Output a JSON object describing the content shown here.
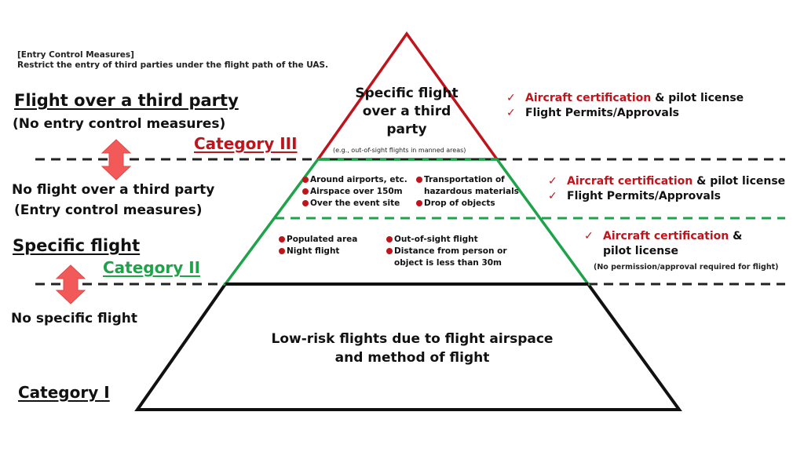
{
  "entry_note": {
    "heading": "[Entry Control Measures]",
    "text": "Restrict the entry of third parties under the flight path of the UAS."
  },
  "left_labels": {
    "flight_over_third_party": "Flight over a third party",
    "no_entry_control": "(No entry control measures)",
    "no_flight_over_third_party": "No flight over a third party",
    "entry_control": "(Entry control measures)",
    "specific_flight": "Specific flight",
    "no_specific_flight": "No specific flight"
  },
  "categories": {
    "cat3": {
      "label": "Category III",
      "color": "#c0141c"
    },
    "cat2": {
      "label": "Category II",
      "color": "#1fa34a"
    },
    "cat1": {
      "label": "Category I",
      "color": "#111111"
    }
  },
  "pyramid": {
    "apex": {
      "title": "Specific flight over a third party",
      "example": "(e.g., out-of-sight flights in manned areas)"
    },
    "cat2_upper": {
      "col1": [
        "Around airports, etc.",
        "Airspace over 150m",
        "Over the event site"
      ],
      "col2_line1": "Transportation of",
      "col2_line2": "hazardous materials",
      "col2_line3": "Drop of objects"
    },
    "cat2_lower": {
      "col1": [
        "Populated area",
        "Night flight"
      ],
      "col2_line1": "Out-of-sight flight",
      "col2_line2": "Distance from person or",
      "col2_line3": "object is less than 30m"
    },
    "base": {
      "line1": "Low-risk flights due to flight airspace",
      "line2": "and method of flight"
    }
  },
  "requirements": {
    "cat3": {
      "item1_red": "Aircraft certification",
      "item1_rest": " & pilot license",
      "item2": "Flight Permits/Approvals"
    },
    "cat2_upper": {
      "item1_red": "Aircraft certification",
      "item1_rest": " & pilot license",
      "item2": "Flight Permits/Approvals"
    },
    "cat2_lower": {
      "item1_red": "Aircraft certification",
      "item1_rest": " &",
      "item1_line2": "pilot license",
      "note": "(No permission/approval required for flight)"
    },
    "check_glyph": "✓"
  },
  "colors": {
    "red": "#c0141c",
    "green": "#1fa34a",
    "arrow": "#f25a5a",
    "line": "#111111"
  }
}
